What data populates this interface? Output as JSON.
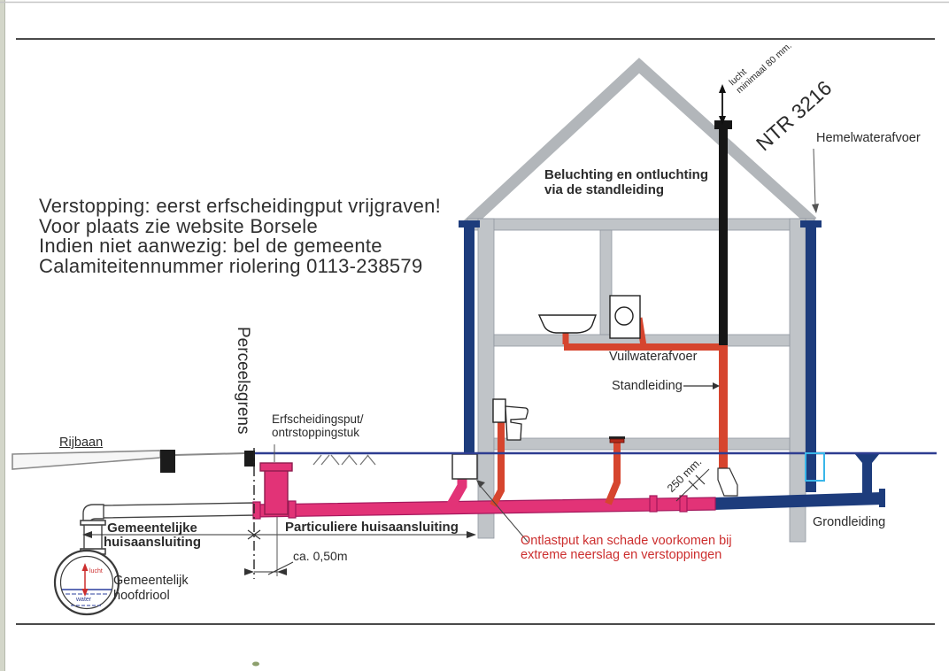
{
  "colors": {
    "pipe-red": "#d6452e",
    "pipe-pink": "#e23377",
    "pipe-pink-dark": "#8f1d4e",
    "pipe-navy": "#1d3c7c",
    "pipe-black": "#161616",
    "structure-gray": "#c0c4c8",
    "structure-edge": "#9096a0",
    "ground-blue": "#2e3d91",
    "warning-red": "#cc2e2e",
    "cyan-outline": "#39b6e9"
  },
  "notice": {
    "line1": "Verstopping: eerst erfscheidingput vrijgraven!",
    "line2": "Voor plaats zie website Borsele",
    "line3": "Indien niet aanwezig: bel de gemeente",
    "line4": "Calamiteitennummer riolering 0113-238579"
  },
  "labels": {
    "beluchting_line1": "Beluchting en ontluchting",
    "beluchting_line2": "via de standleiding",
    "ntr": "NTR 3216",
    "lucht_line1": "lucht",
    "lucht_line2": "minimaal 80 mm.",
    "hemelwaterafvoer": "Hemelwaterafvoer",
    "vuilwaterafvoer": "Vuilwaterafvoer",
    "standleiding": "Standleiding",
    "grondleiding": "Grondleiding",
    "mm250": "250 mm.",
    "perceelsgrens": "Perceelsgrens",
    "erfscheidingsput_line1": "Erfscheidingsput/",
    "erfscheidingsput_line2": "ontrstoppingstuk",
    "rijbaan": "Rijbaan",
    "gemeentelijke_line1": "Gemeentelijke",
    "gemeentelijke_line2": "huisaansluiting",
    "particuliere": "Particuliere huisaansluiting",
    "afstand": "ca. 0,50m",
    "hoofdriool_line1": "Gemeentelijk",
    "hoofdriool_line2": "hoofdriool",
    "warning_line1": "Ontlastput kan schade voorkomen bij",
    "warning_line2": "extreme neerslag en verstoppingen",
    "sewer_lucht": "lucht",
    "sewer_water": "water"
  }
}
